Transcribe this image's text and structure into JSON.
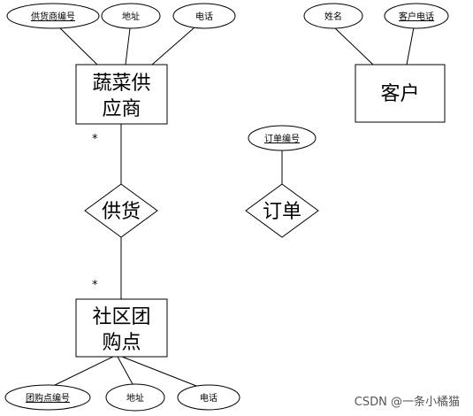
{
  "entities": {
    "supplier": {
      "line1": "蔬菜供",
      "line2": "应商"
    },
    "customer": {
      "name": "客户"
    },
    "group_point": {
      "line1": "社区团",
      "line2": "购点"
    }
  },
  "relationships": {
    "supply": "供货",
    "order": "订单"
  },
  "attributes": {
    "supplier": [
      "供货商编号",
      "地址",
      "电话"
    ],
    "customer": [
      "姓名",
      "客户电话"
    ],
    "order": [
      "订单编号"
    ],
    "group_point": [
      "团购点编号",
      "地址",
      "电话"
    ]
  },
  "multiplicity": {
    "supplier_side": "*",
    "group_point_side": "*"
  },
  "watermark": "CSDN @一条小橘猫"
}
